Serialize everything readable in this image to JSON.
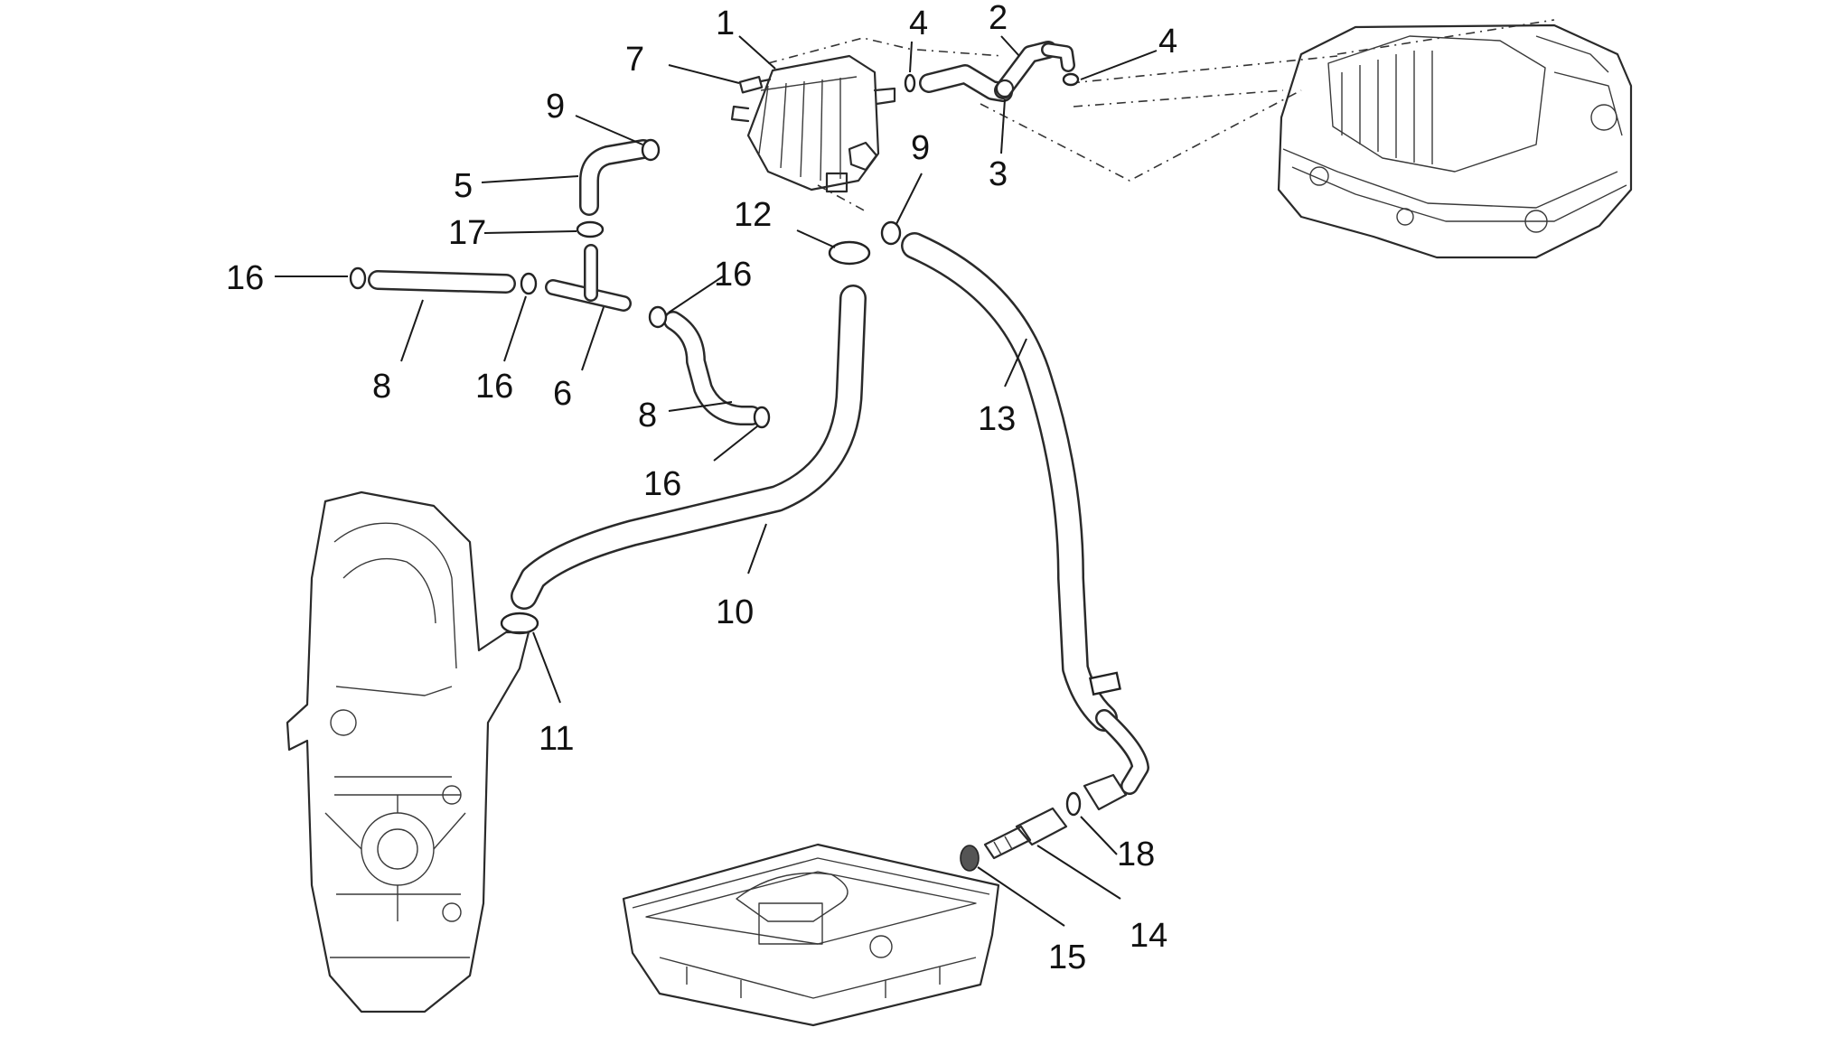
{
  "diagram": {
    "callouts": {
      "c1": "1",
      "c2": "2",
      "c3": "3",
      "c4a": "4",
      "c4b": "4",
      "c5": "5",
      "c6": "6",
      "c7": "7",
      "c8a": "8",
      "c8b": "8",
      "c9a": "9",
      "c9b": "9",
      "c10": "10",
      "c11": "11",
      "c12": "12",
      "c13": "13",
      "c14": "14",
      "c15": "15",
      "c16a": "16",
      "c16b": "16",
      "c16c": "16",
      "c16d": "16",
      "c17": "17",
      "c18": "18"
    }
  }
}
